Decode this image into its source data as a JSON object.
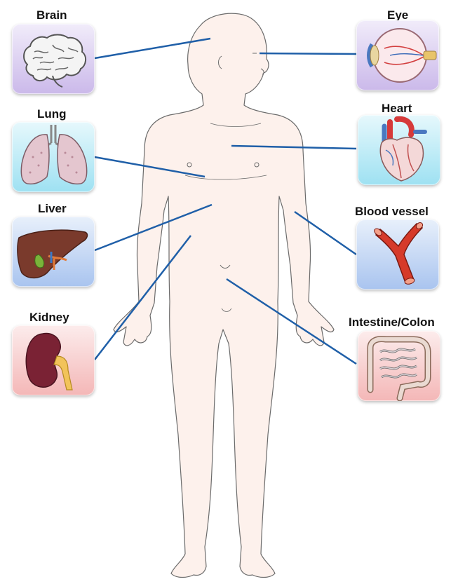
{
  "organs": {
    "brain": {
      "label": "Brain",
      "bg_top": "#f1ecfa",
      "bg_bottom": "#cbb9ea",
      "icon": "brain-icon"
    },
    "lung": {
      "label": "Lung",
      "bg_top": "#e6f8fc",
      "bg_bottom": "#9ee1f2",
      "icon": "lung-icon"
    },
    "liver": {
      "label": "Liver",
      "bg_top": "#e8f0fb",
      "bg_bottom": "#a9c4ef",
      "icon": "liver-icon"
    },
    "kidney": {
      "label": "Kidney",
      "bg_top": "#fcecec",
      "bg_bottom": "#f4b7b7",
      "icon": "kidney-icon"
    },
    "eye": {
      "label": "Eye",
      "bg_top": "#f1ecfa",
      "bg_bottom": "#cbb9ea",
      "icon": "eye-icon"
    },
    "heart": {
      "label": "Heart",
      "bg_top": "#e6f8fc",
      "bg_bottom": "#9ee1f2",
      "icon": "heart-icon"
    },
    "blood_vessel": {
      "label": "Blood vessel",
      "bg_top": "#e8f0fb",
      "bg_bottom": "#a9c4ef",
      "icon": "blood-vessel-icon"
    },
    "intestine": {
      "label": "Intestine/Colon",
      "bg_top": "#fcecec",
      "bg_bottom": "#f4b7b7",
      "icon": "intestine-icon"
    }
  },
  "colors": {
    "connector": "#1f5fa8",
    "skin": "#fdf1ec",
    "outline": "#6b6b6b"
  }
}
